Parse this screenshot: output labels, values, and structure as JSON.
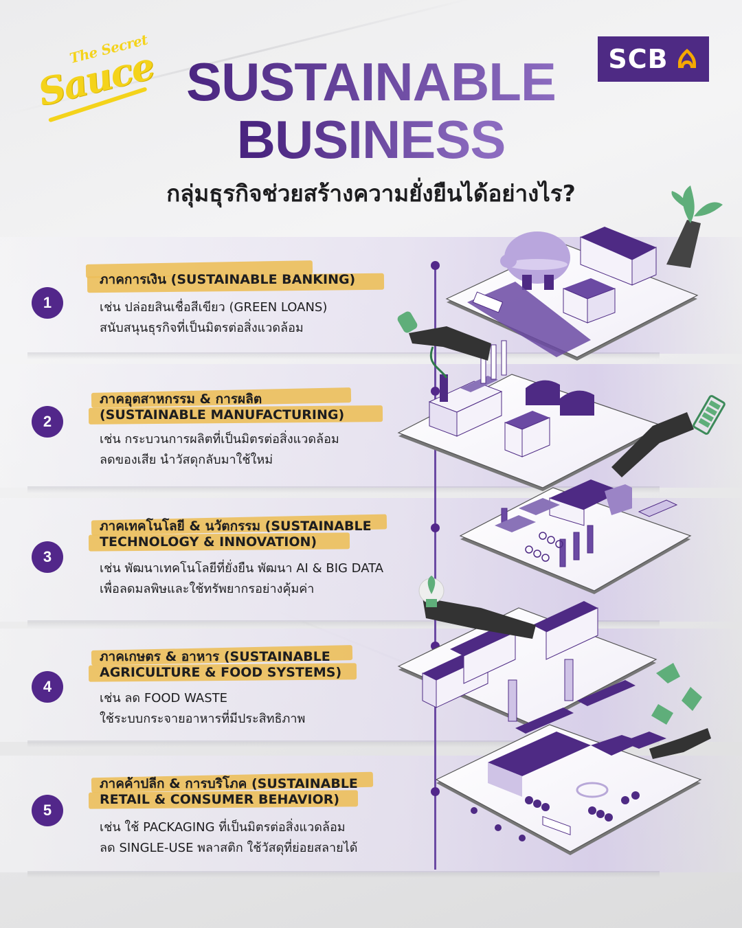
{
  "brand": {
    "logo_small": "The Secret",
    "logo_big": "Sauce",
    "partner_logo": "SCB",
    "partner_logo_icon": "scb-bodhi-leaf-icon"
  },
  "header": {
    "title_line1": "SUSTAINABLE",
    "title_line2": "BUSINESS",
    "subtitle": "กลุ่มธุรกิจช่วยสร้างความยั่งยืนได้อย่างไร?"
  },
  "colors": {
    "primary_purple": "#52278a",
    "title_purple_dark": "#4a2580",
    "title_purple_light": "#8b6bbf",
    "highlight_yellow": "#ecbf5a",
    "logo_yellow": "#f4d31b",
    "scb_gold": "#f5a800",
    "leaf_green": "#5fae7a"
  },
  "sections": [
    {
      "number": "1",
      "heading_lines": [
        "ภาคการเงิน (SUSTAINABLE BANKING)"
      ],
      "description_lines": [
        "เช่น ปล่อยสินเชื่อสีเขียว (GREEN LOANS)",
        "สนับสนุนธุรกิจที่เป็นมิตรต่อสิ่งแวดล้อม"
      ],
      "illustration": "banking-city-with-piggy-bank",
      "accent_icon": "plant-sprout-icon"
    },
    {
      "number": "2",
      "heading_lines": [
        "ภาคอุตสาหกรรม & การผลิต",
        "(SUSTAINABLE MANUFACTURING)"
      ],
      "description_lines": [
        "เช่น กระบวนการผลิตที่เป็นมิตรต่อสิ่งแวดล้อม",
        "ลดของเสีย นำวัสดุกลับมาใช้ใหม่"
      ],
      "illustration": "factory-with-solar-panels",
      "accent_icon": "electric-plug-icon"
    },
    {
      "number": "3",
      "heading_lines": [
        "ภาคเทคโนโลยี & นวัตกรรม (SUSTAINABLE",
        "TECHNOLOGY & INNOVATION)"
      ],
      "description_lines": [
        "เช่น พัฒนาเทคโนโลยีที่ยั่งยืน พัฒนา AI & BIG DATA",
        "เพื่อลดมลพิษและใช้ทรัพยากรอย่างคุ้มค่า"
      ],
      "illustration": "ev-charging-station",
      "accent_icon": "battery-icon"
    },
    {
      "number": "4",
      "heading_lines": [
        "ภาคเกษตร & อาหาร (SUSTAINABLE",
        "AGRICULTURE & FOOD SYSTEMS)"
      ],
      "description_lines": [
        "เช่น ลด FOOD WASTE",
        "ใช้ระบบกระจายอาหารที่มีประสิทธิภาพ"
      ],
      "illustration": "smart-farm-with-robot-arms",
      "accent_icon": "lightbulb-plant-icon"
    },
    {
      "number": "5",
      "heading_lines": [
        "ภาคค้าปลีก & การบริโภค (SUSTAINABLE",
        "RETAIL & CONSUMER BEHAVIOR)"
      ],
      "description_lines": [
        "เช่น ใช้ PACKAGING ที่เป็นมิตรต่อสิ่งแวดล้อม",
        "ลด SINGLE-USE พลาสติก ใช้วัสดุที่ย่อยสลายได้"
      ],
      "illustration": "retail-town-square",
      "accent_icon": "recycle-icon"
    }
  ]
}
